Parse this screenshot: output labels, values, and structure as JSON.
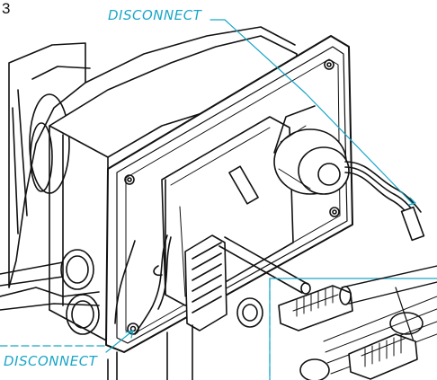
{
  "figure": {
    "step_number": "3",
    "callouts": [
      {
        "id": "top",
        "text": "DISCONNECT"
      },
      {
        "id": "bottom",
        "text": "DISCONNECT"
      }
    ],
    "colors": {
      "callout": "#1aa6c8",
      "line": "#111111",
      "background": "#ffffff"
    }
  }
}
